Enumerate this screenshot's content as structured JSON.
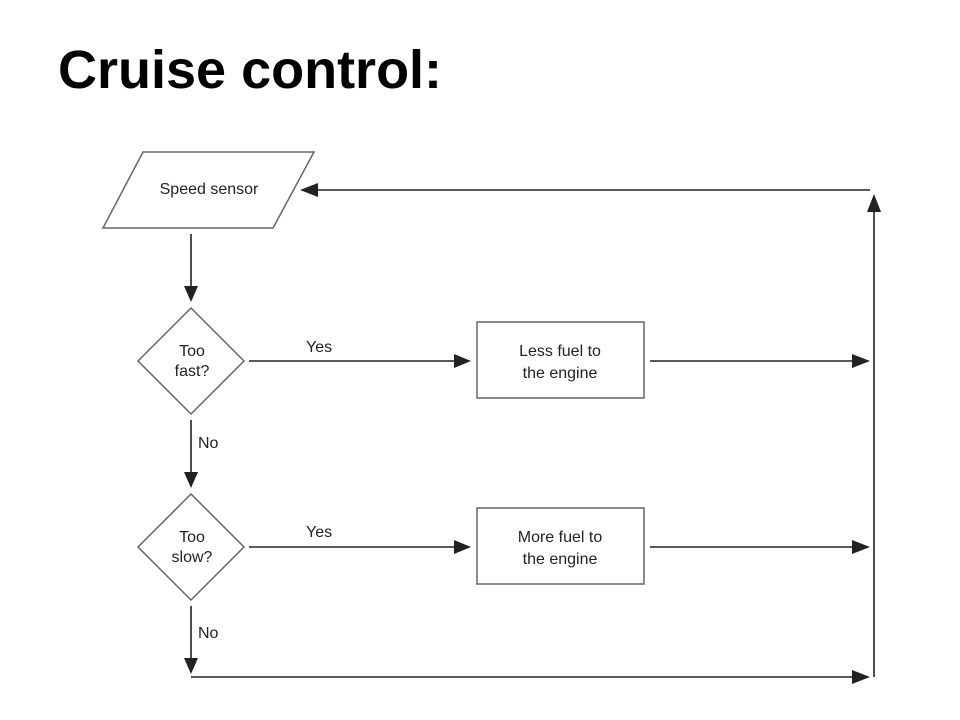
{
  "title": "Cruise control:",
  "nodes": {
    "speed_sensor": "Speed sensor",
    "too_fast": [
      "Too",
      "fast?"
    ],
    "too_slow": [
      "Too",
      "slow?"
    ],
    "less_fuel": [
      "Less fuel to",
      "the engine"
    ],
    "more_fuel": [
      "More fuel to",
      "the engine"
    ]
  },
  "edges": {
    "fast_yes": "Yes",
    "fast_no": "No",
    "slow_yes": "Yes",
    "slow_no": "No"
  }
}
